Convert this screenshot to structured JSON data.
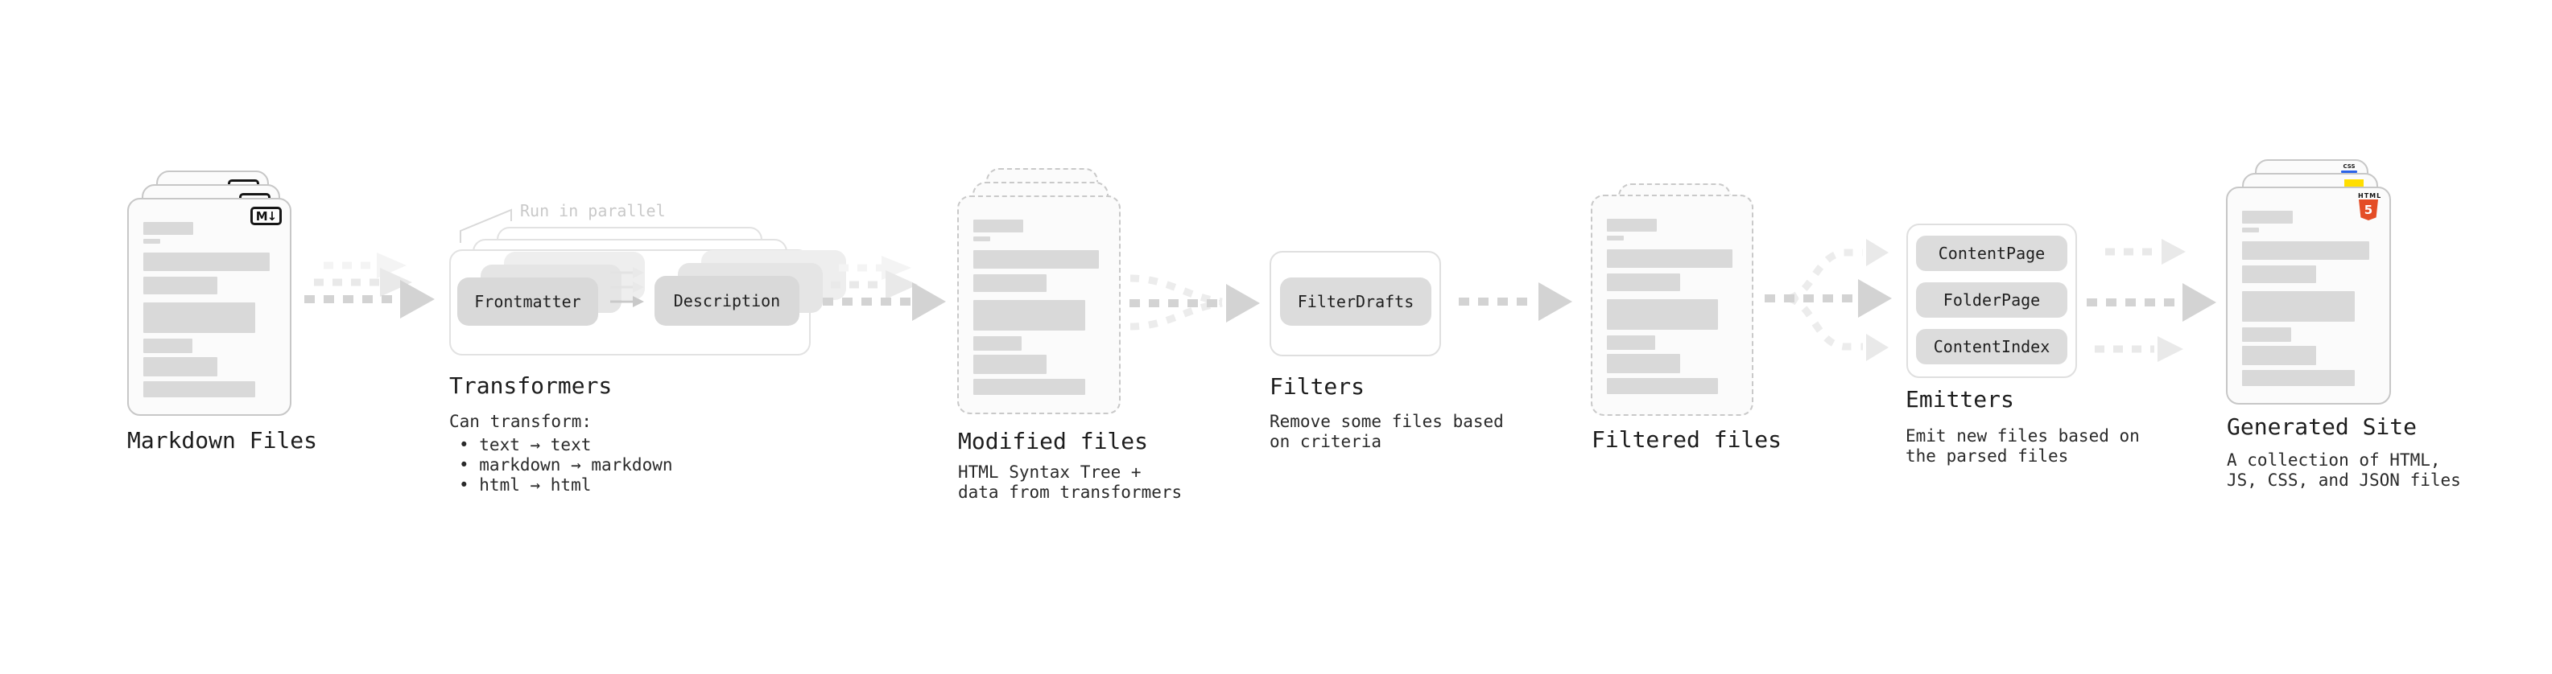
{
  "colors": {
    "background": "#ffffff",
    "card_border": "#c7c7c7",
    "placeholder_bar": "#d9d9d9",
    "gray_box": "#d9d9d9",
    "arrow_dark": "#d3d3d3",
    "arrow_light": "#e9e9e9",
    "note_gray": "#c9c9c9",
    "html5_orange": "#e44d26",
    "js_yellow": "#ffde00",
    "css_blue": "#2b63e8"
  },
  "stages": {
    "markdown_files": {
      "label": "Markdown Files",
      "badge": "M↓"
    },
    "transformers": {
      "heading": "Transformers",
      "note": "Run in parallel",
      "box_left": "Frontmatter",
      "box_right": "Description",
      "desc_title": "Can transform:",
      "bullets": [
        "• text → text",
        "• markdown → markdown",
        "• html → html"
      ]
    },
    "modified_files": {
      "label": "Modified files",
      "desc_line1": "HTML Syntax Tree +",
      "desc_line2": "data from transformers"
    },
    "filters": {
      "heading": "Filters",
      "box": "FilterDrafts",
      "desc_line1": "Remove some files based",
      "desc_line2": "on criteria"
    },
    "filtered_files": {
      "label": "Filtered files"
    },
    "emitters": {
      "heading": "Emitters",
      "boxes": [
        "ContentPage",
        "FolderPage",
        "ContentIndex"
      ],
      "desc_line1": "Emit new files based on",
      "desc_line2": "the parsed files"
    },
    "generated_site": {
      "label": "Generated Site",
      "desc_line1": "A collection of HTML,",
      "desc_line2": "JS, CSS, and JSON files",
      "badge_css": "CSS",
      "badge_html": "HTML",
      "badge_html_num": "5"
    }
  }
}
